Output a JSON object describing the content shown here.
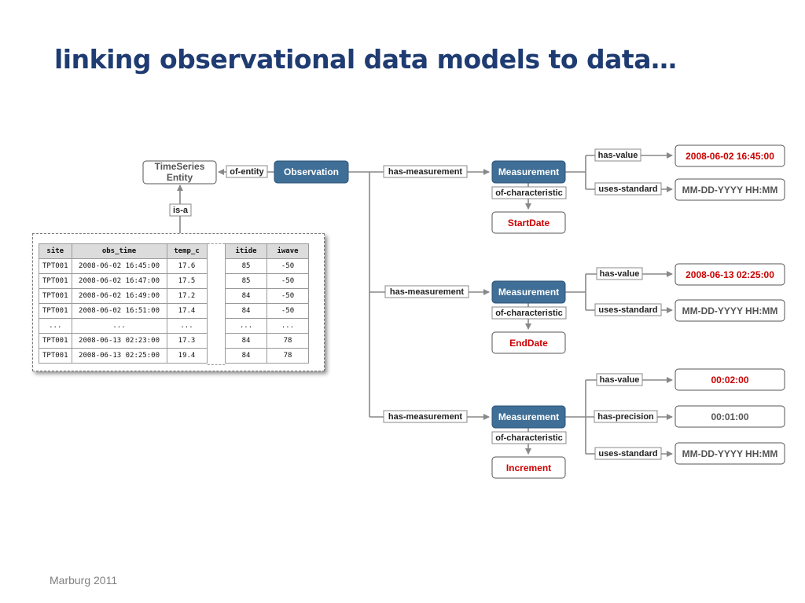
{
  "title": "linking observational data models to data…",
  "footer": "Marburg 2011",
  "nodes": {
    "entity_line1": "TimeSeries",
    "entity_line2": "Entity",
    "observation": "Observation",
    "measurement": "Measurement",
    "startdate": "StartDate",
    "enddate": "EndDate",
    "increment": "Increment",
    "value_start": "2008-06-02 16:45:00",
    "value_end": "2008-06-13 02:25:00",
    "value_increment": "00:02:00",
    "precision_increment": "00:01:00",
    "standard": "MM-DD-YYYY HH:MM"
  },
  "edges": {
    "of_entity": "of-entity",
    "is_a": "is-a",
    "has_measurement": "has-measurement",
    "of_characteristic": "of-characteristic",
    "has_value": "has-value",
    "uses_standard": "uses-standard",
    "has_precision": "has-precision"
  },
  "colors": {
    "title": "#1f3c72",
    "dark_node": "#3f6e96",
    "red_text": "#cc0000",
    "gray_text": "#555555"
  },
  "table_left": {
    "headers": [
      "site",
      "obs_time",
      "temp_c"
    ],
    "rows": [
      [
        "TPT001",
        "2008-06-02 16:45:00",
        "17.6"
      ],
      [
        "TPT001",
        "2008-06-02 16:47:00",
        "17.5"
      ],
      [
        "TPT001",
        "2008-06-02 16:49:00",
        "17.2"
      ],
      [
        "TPT001",
        "2008-06-02 16:51:00",
        "17.4"
      ],
      [
        "...",
        "...",
        "..."
      ],
      [
        "TPT001",
        "2008-06-13 02:23:00",
        "17.3"
      ],
      [
        "TPT001",
        "2008-06-13 02:25:00",
        "19.4"
      ]
    ]
  },
  "table_right": {
    "headers": [
      "itide",
      "iwave"
    ],
    "rows": [
      [
        "85",
        "-50"
      ],
      [
        "85",
        "-50"
      ],
      [
        "84",
        "-50"
      ],
      [
        "84",
        "-50"
      ],
      [
        "...",
        "..."
      ],
      [
        "84",
        "78"
      ],
      [
        "84",
        "78"
      ]
    ]
  }
}
